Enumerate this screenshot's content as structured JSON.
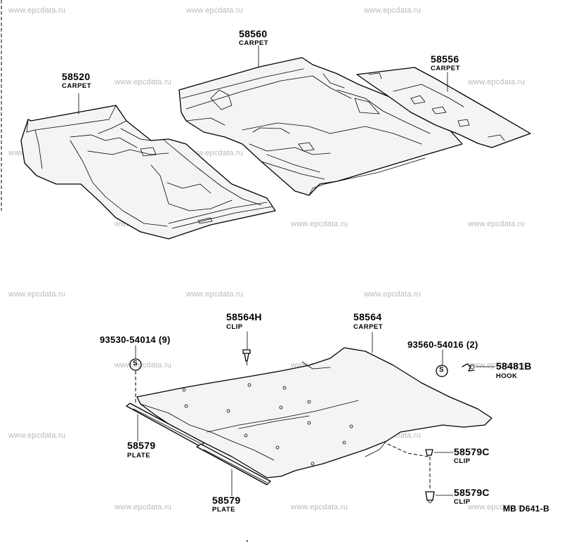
{
  "watermark": "www.epcdata.ru",
  "parts": {
    "p58520": {
      "number": "58520",
      "name": "CARPET"
    },
    "p58560": {
      "number": "58560",
      "name": "CARPET"
    },
    "p58556": {
      "number": "58556",
      "name": "CARPET"
    },
    "p58564H": {
      "number": "58564H",
      "name": "CLIP"
    },
    "p58564": {
      "number": "58564",
      "name": "CARPET"
    },
    "p93530": {
      "number": "93530-54014 (9)"
    },
    "p93560": {
      "number": "93560-54016 (2)"
    },
    "p58481B": {
      "number": "58481B",
      "name": "HOOK"
    },
    "p58579a": {
      "number": "58579",
      "name": "PLATE"
    },
    "p58579b": {
      "number": "58579",
      "name": "PLATE"
    },
    "p58579C1": {
      "number": "58579C",
      "name": "CLIP"
    },
    "p58579C2": {
      "number": "58579C",
      "name": "CLIP"
    }
  },
  "screw_symbol": "S",
  "figure_ref": "MB D641-B"
}
